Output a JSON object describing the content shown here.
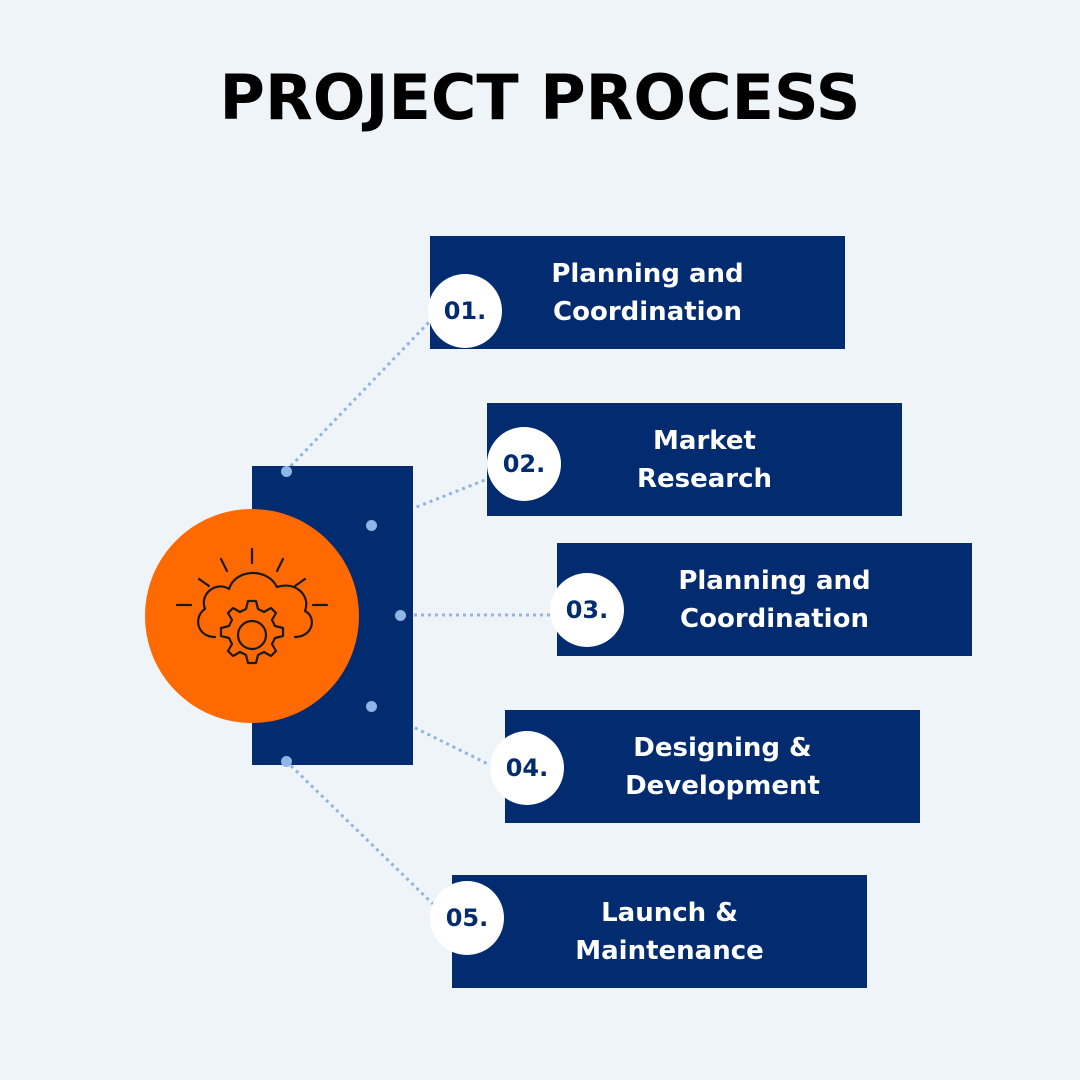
{
  "title": "PROJECT PROCESS",
  "colors": {
    "background": "#eff4f9",
    "navy": "#032b70",
    "orange": "#fe6a00",
    "connector": "#8fb4e6",
    "white": "#ffffff"
  },
  "hub": {
    "icon": "cloud-gear-icon"
  },
  "steps": [
    {
      "number": "01.",
      "label": "Planning and\nCoordination"
    },
    {
      "number": "02.",
      "label": "Market\nResearch"
    },
    {
      "number": "03.",
      "label": "Planning and\nCoordination"
    },
    {
      "number": "04.",
      "label": "Designing &\nDevelopment"
    },
    {
      "number": "05.",
      "label": "Launch &\nMaintenance"
    }
  ]
}
